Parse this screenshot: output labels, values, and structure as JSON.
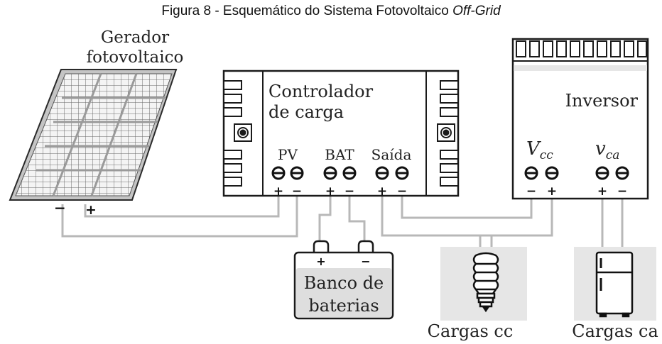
{
  "figure": {
    "caption_prefix": "Figura 8 - Esquemático do Sistema Fotovoltaico ",
    "caption_emph": "Off-Grid"
  },
  "generator": {
    "label_line1": "Gerador",
    "label_line2": "fotovoltaico",
    "minus": "−",
    "plus": "+"
  },
  "controller": {
    "label_line1": "Controlador",
    "label_line2": "de carga",
    "pv_label": "PV",
    "bat_label": "BAT",
    "out_label": "Saída",
    "pv_plus": "+",
    "pv_minus": "−",
    "bat_plus": "+",
    "bat_minus": "−",
    "out_plus": "+",
    "out_minus": "−"
  },
  "inverser": {
    "label": "Inversor",
    "vcc_main": "V",
    "vcc_sub": "cc",
    "vca_main": "v",
    "vca_sub": "ca",
    "vcc_minus": "−",
    "vcc_plus": "+",
    "vca_plus": "+",
    "vca_minus": "−"
  },
  "battery": {
    "label_line1": "Banco de",
    "label_line2": "baterias",
    "plus": "+",
    "minus": "−"
  },
  "loads": {
    "dc_label": "Cargas cc",
    "ac_label": "Cargas ca"
  },
  "colors": {
    "wire": "#b8b8b8",
    "outline": "#1a1a1a",
    "panel_fill": "#d9d9d9",
    "load_bg": "#e6e6e6",
    "battery_fill": "#dedede"
  }
}
